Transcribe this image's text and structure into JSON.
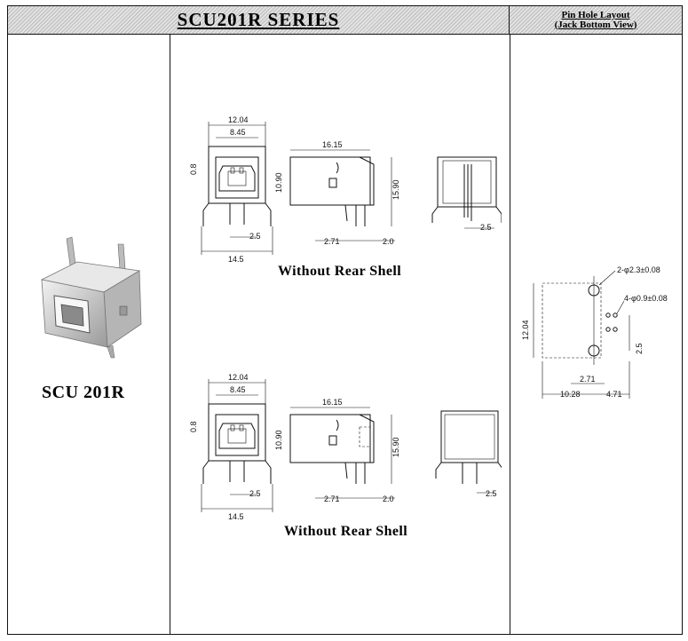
{
  "header": {
    "title": "SCU201R  SERIES",
    "right_line1": "Pin Hole Layout",
    "right_line2": "(Jack Bottom View)"
  },
  "product": {
    "name": "SCU 201R",
    "image_icon": "usb-b-connector-photo"
  },
  "top_drawing": {
    "caption": "Without Rear Shell",
    "dims": {
      "w1": "12.04",
      "w2": "8.45",
      "left": "0.8",
      "base": "14.5",
      "pin": "2.5",
      "side_len": "16.15",
      "side_h": "10.90",
      "side_h2": "15.90",
      "side_a": "2.71",
      "side_b": "2.0",
      "rear_pin": "2.5"
    }
  },
  "bottom_drawing": {
    "caption": "Without Rear Shell",
    "dims": {
      "w1": "12.04",
      "w2": "8.45",
      "left": "0.8",
      "base": "14.5",
      "pin": "2.5",
      "side_len": "16.15",
      "side_h": "10.90",
      "side_h2": "15.90",
      "side_a": "2.71",
      "side_b": "2.0",
      "rear_pin": "2.5"
    }
  },
  "pin_layout": {
    "hole_large": "2-φ2.3±0.08",
    "hole_small": "4-φ0.9±0.08",
    "height": "12.04",
    "pitch": "2.5",
    "offset1": "2.71",
    "width_a": "10.28",
    "width_b": "4.71"
  }
}
